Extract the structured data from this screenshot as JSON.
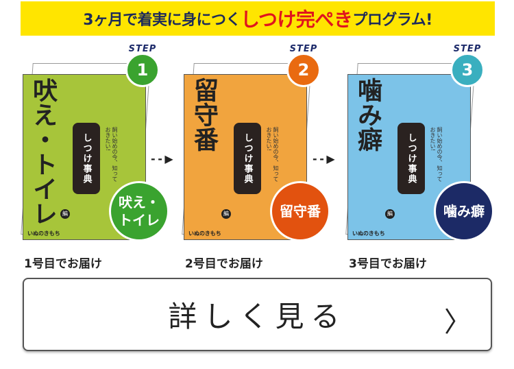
{
  "banner": {
    "prefix": "3ヶ月で着実に身につく",
    "highlight": "しつけ完ぺき",
    "suffix": "プログラム!"
  },
  "steps": [
    {
      "step_label": "STEP",
      "number": "1",
      "cover_title": "吠え・トイレ",
      "cover_badge": "しつけ事典",
      "cover_sub": "飼い始めの今、知っておきたい!",
      "cover_hen": "編",
      "brand": "いぬのきもち",
      "tag": "吠え・トイレ",
      "caption": "1号目でお届け",
      "cover_color": "#a7c53a",
      "step_color": "#3aa32f",
      "tag_color": "#3aa32f"
    },
    {
      "step_label": "STEP",
      "number": "2",
      "cover_title": "留守番",
      "cover_badge": "しつけ事典",
      "cover_sub": "飼い始めの今、知っておきたい!",
      "cover_hen": "編",
      "brand": "いぬのきもち",
      "tag": "留守番",
      "caption": "2号目でお届け",
      "cover_color": "#f1a43e",
      "step_color": "#e96a10",
      "tag_color": "#e2520f"
    },
    {
      "step_label": "STEP",
      "number": "3",
      "cover_title": "噛み癖",
      "cover_badge": "しつけ事典",
      "cover_sub": "飼い始めの今、知っておきたい!",
      "cover_hen": "編",
      "brand": "いぬのきもち",
      "tag": "噛み癖",
      "caption": "3号目でお届け",
      "cover_color": "#7cc3e8",
      "step_color": "#3aafbf",
      "tag_color": "#1c2a66"
    }
  ],
  "arrow": "- - ▶",
  "button": {
    "label": "詳しく見る",
    "chevron": "〉"
  }
}
